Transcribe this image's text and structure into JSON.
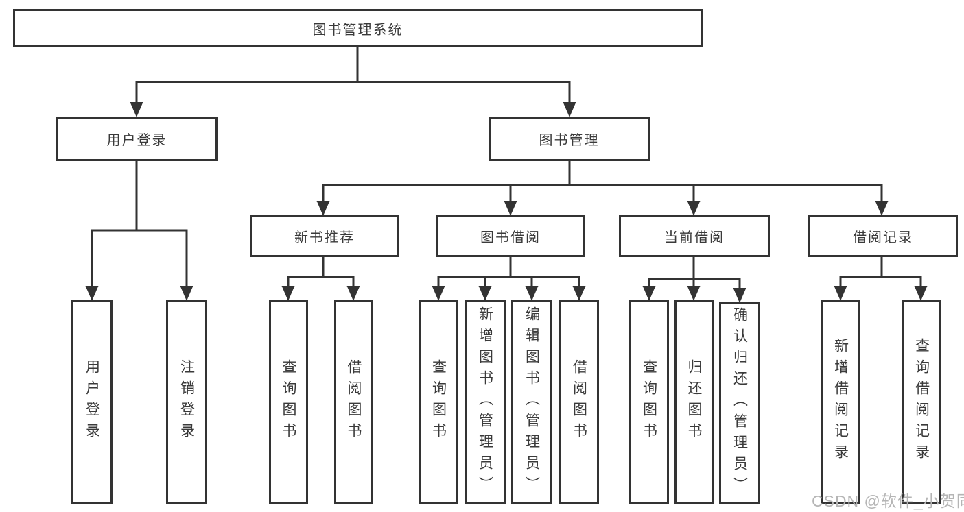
{
  "diagram": {
    "root": "图书管理系统",
    "level2": [
      {
        "label": "用户登录",
        "children": [
          "用户登录",
          "注销登录"
        ]
      },
      {
        "label": "图书管理",
        "sections": [
          {
            "label": "新书推荐",
            "children": [
              "查询图书",
              "借阅图书"
            ]
          },
          {
            "label": "图书借阅",
            "children": [
              "查询图书",
              "新增图书（管理员）",
              "编辑图书（管理员）",
              "借阅图书"
            ]
          },
          {
            "label": "当前借阅",
            "children": [
              "查询图书",
              "归还图书",
              "确认归还（管理员）"
            ]
          },
          {
            "label": "借阅记录",
            "children": [
              "新增借阅记录",
              "查询借阅记录"
            ]
          }
        ]
      }
    ]
  },
  "watermark": {
    "text": "CSDN @软件_小贺同学",
    "color": "#b5b5b5"
  },
  "colors": {
    "line": "#333333",
    "box_border": "#333333",
    "text": "#3a3a3a",
    "background": "#ffffff"
  }
}
